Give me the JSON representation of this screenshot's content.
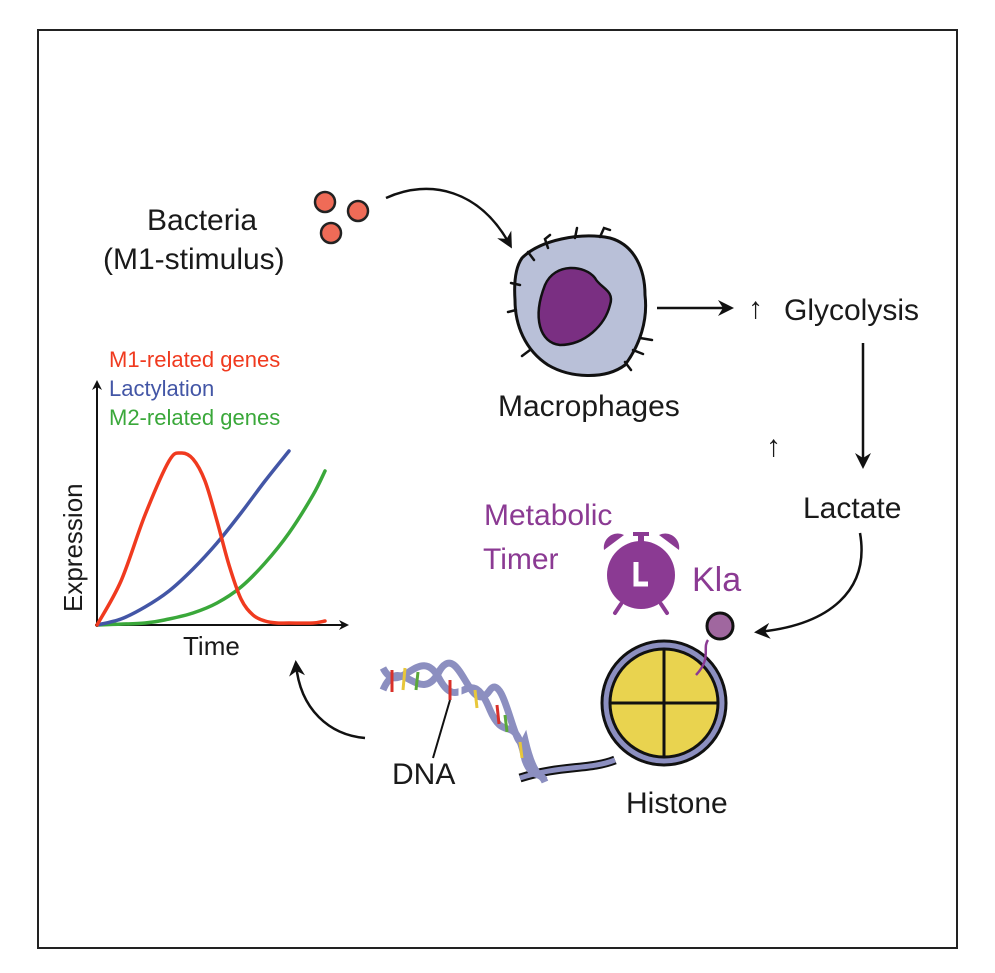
{
  "labels": {
    "bacteria": "Bacteria",
    "bacteria_sub": "(M1-stimulus)",
    "macrophages": "Macrophages",
    "glycolysis_arrow": "↑",
    "glycolysis": "Glycolysis",
    "lactate": "Lactate",
    "up_arrow": "↑",
    "metabolic": "Metabolic",
    "timer": "Timer",
    "kla": "Kla",
    "histone": "Histone",
    "dna": "DNA",
    "clock_letter": "L"
  },
  "colors": {
    "bacteria": "#ef6b57",
    "macrophage_body": "#b9c0d8",
    "macrophage_nucleus": "#7a2f82",
    "timer": "#8b3a93",
    "histone_core": "#e9d34f",
    "histone_ring": "#8c8fc0",
    "kla_bead": "#a0679f",
    "red": "#f03a1f",
    "blue": "#4356a6",
    "green": "#3aa83a"
  },
  "chart_data": {
    "type": "line",
    "title": "",
    "xlabel": "Time",
    "ylabel": "Expression",
    "xlim": [
      0,
      10
    ],
    "ylim": [
      0,
      10
    ],
    "grid": false,
    "legend_position": "top-left",
    "series": [
      {
        "name": "M1-related genes",
        "color": "#f03a1f",
        "x": [
          0,
          1,
          2,
          3,
          3.5,
          4,
          4.5,
          5,
          5.5,
          6,
          6.5,
          7,
          7.5,
          8,
          9,
          9.5
        ],
        "y": [
          0,
          2.2,
          5.5,
          8.2,
          8.6,
          8.3,
          7.2,
          5.2,
          3.0,
          1.3,
          0.5,
          0.2,
          0.1,
          0.1,
          0.1,
          0.2
        ]
      },
      {
        "name": "Lactylation",
        "color": "#4356a6",
        "x": [
          0,
          1,
          2,
          3,
          4,
          5,
          6,
          7,
          8
        ],
        "y": [
          0,
          0.3,
          0.9,
          1.7,
          2.8,
          4.1,
          5.6,
          7.2,
          8.7
        ]
      },
      {
        "name": "M2-related genes",
        "color": "#3aa83a",
        "x": [
          0,
          2,
          3,
          4,
          5,
          6,
          7,
          8,
          9,
          9.5
        ],
        "y": [
          0,
          0.1,
          0.3,
          0.6,
          1.1,
          1.9,
          3.1,
          4.6,
          6.5,
          7.7
        ]
      }
    ]
  }
}
